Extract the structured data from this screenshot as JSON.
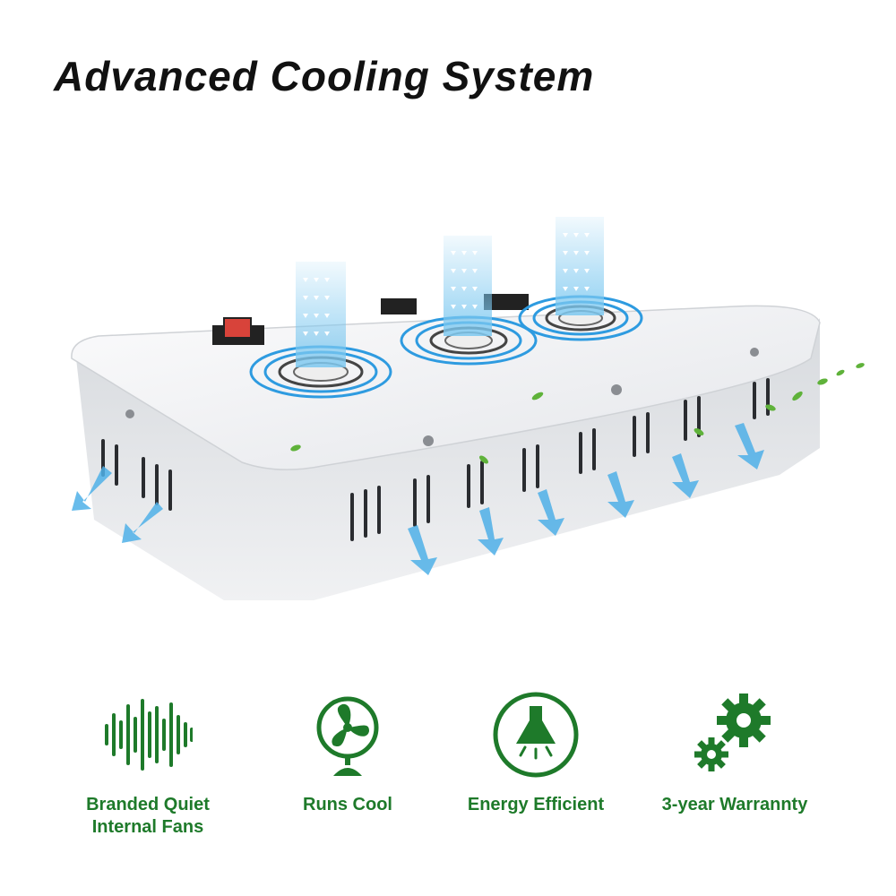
{
  "page": {
    "title": "Advanced Cooling System"
  },
  "colors": {
    "feature_green": "#1e7a2a",
    "airflow_blue": "#5ab4e6",
    "fixture_body": "#e9ebee"
  },
  "features": [
    {
      "icon": "sound-wave-icon",
      "label": "Branded Quiet\nInternal Fans"
    },
    {
      "icon": "fan-icon",
      "label": "Runs Cool"
    },
    {
      "icon": "lamp-icon",
      "label": "Energy Efficient"
    },
    {
      "icon": "gears-icon",
      "label": "3-year Warrannty"
    }
  ],
  "product": {
    "illustration": "led-grow-light-cooling",
    "fans": 3
  }
}
